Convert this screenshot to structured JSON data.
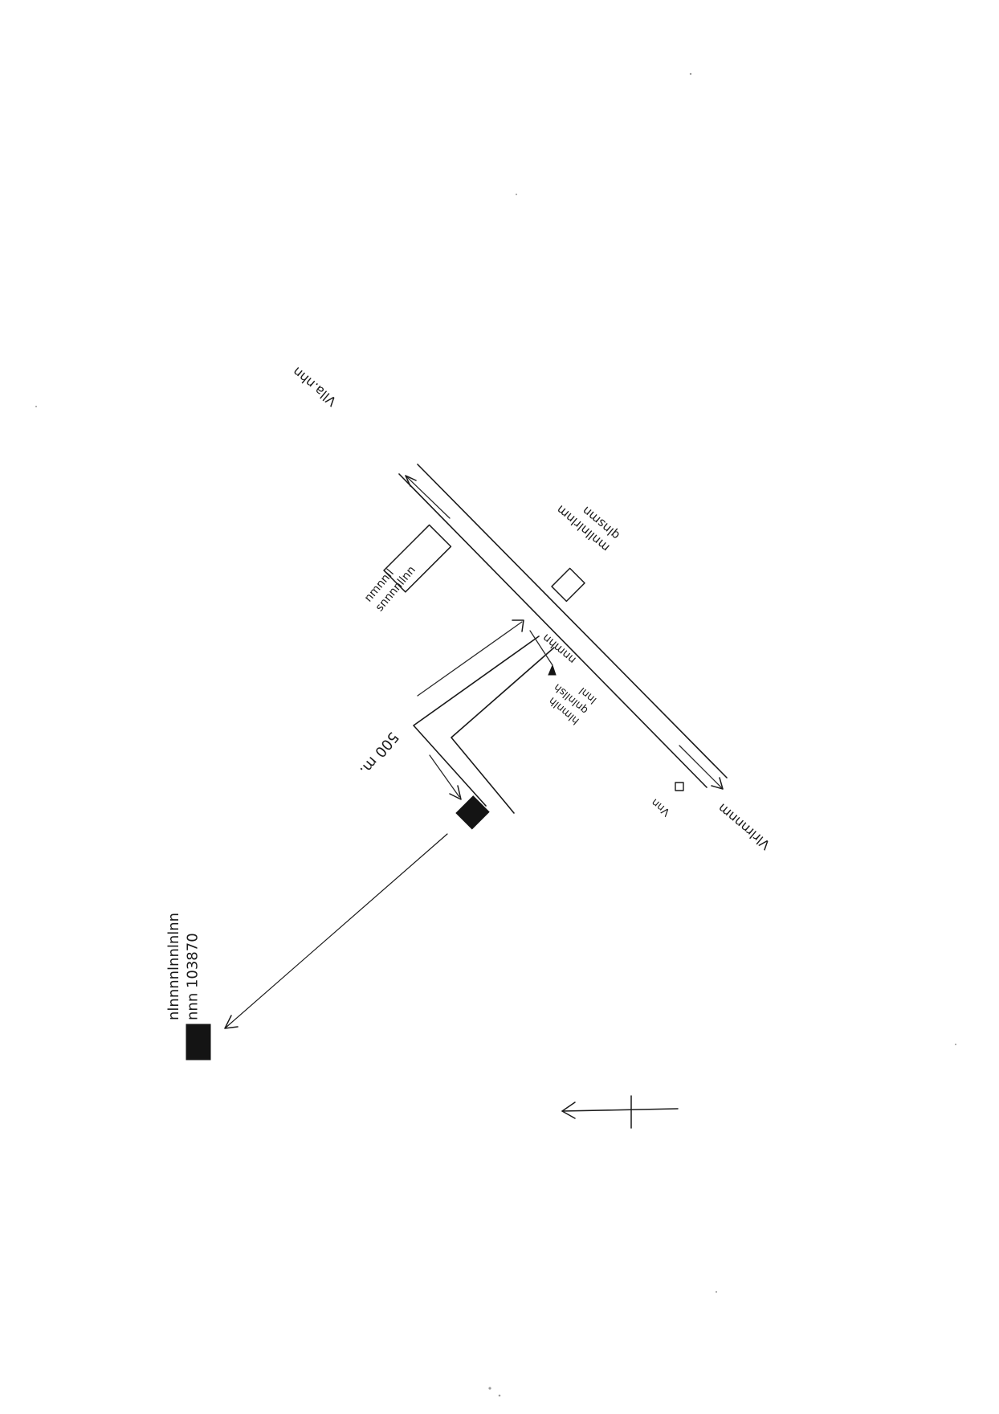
{
  "colors": {
    "paper": "#ffffff",
    "ink": "#1a1a1a"
  },
  "labels": {
    "road_upper_left": "Vlla.nhn",
    "road_lower_right": "Vlrlrnnnm",
    "building_top_right": "mnllnlrlnm\nqlnsmn",
    "building_left": "nmnnll\nsnnnnllnn",
    "junction": "nnmhn",
    "marker_pointer": "hlmnlh\nqnlnllsh\nlnnl",
    "small_box_label": "Vnn",
    "distance": "500 m.",
    "target_note": "nlnnnnlnnlnlnn\nnnn 103870"
  },
  "icons": {
    "target_building": "filled-square-icon",
    "end_point": "filled-square-icon",
    "north_arrow": "north-arrow-icon",
    "location_marker": "triangle-marker-icon"
  }
}
